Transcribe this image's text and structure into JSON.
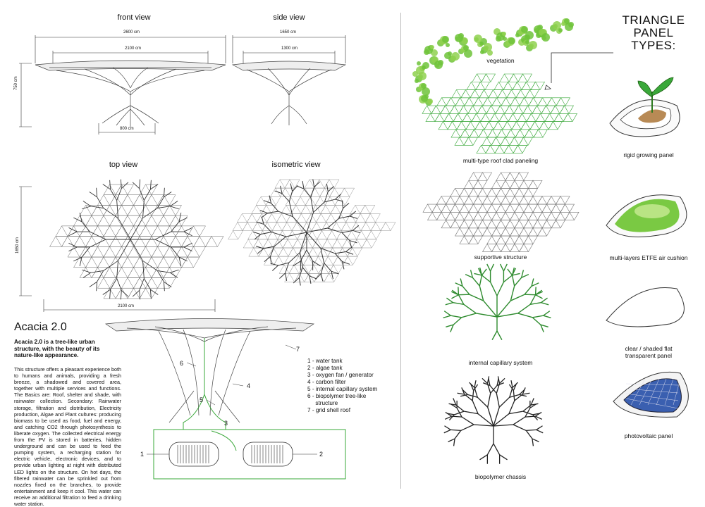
{
  "views": {
    "front": {
      "title": "front view",
      "dim_total": "2600 cm",
      "dim_inner": "2100 cm",
      "dim_base": "800 cm",
      "dim_height": "750 cm"
    },
    "side": {
      "title": "side view",
      "dim_total": "1650 cm",
      "dim_inner": "1300 cm"
    },
    "top": {
      "title": "top view",
      "dim_width": "2100 cm",
      "dim_height": "1650 cm"
    },
    "iso": {
      "title": "isometric view"
    }
  },
  "project": {
    "title": "Acacia 2.0",
    "intro": "Acacia 2.0  is a tree-like urban structure, with the beauty of its nature-like appearance.",
    "body": "This structure offers a pleasant experience both to humans and animals, providing a fresh breeze, a shadowed and covered area, together with multiple services and functions. The Basics are: Roof, shelter and shade, with rainwater collection. Secondary: Rainwater storage, filtration and distribution, Electricity production, Algae and Plant cultures: producing biomass to be used as food, fuel and energy, and catching CO2 through photosynthesis to liberate oxygen. The collected electrical energy from the PV is stored in batteries, hidden underground and can be used to feed the pumping system, a recharging station for electric vehicle, electronic devices, and to provide urban lighting at night with distributed LED lights on the structure. On hot days, the filtered rainwater can be sprinkled out from nozzles fixed on the branches, to provide entertainment and keep it cool. This water can receive an additional filtration to feed a drinking water station."
  },
  "legend": [
    "1 - water tank",
    "2 - algae tank",
    "3 - oxygen fan / generator",
    "4 - carbon filter",
    "5 - internal capillary system",
    "6 - biopolymer tree-like",
    "     structure",
    "7 - grid shell roof"
  ],
  "callouts": [
    "1",
    "2",
    "3",
    "4",
    "5",
    "6",
    "7"
  ],
  "layers": {
    "vegetation": "vegetation",
    "roof": "multi-type roof clad paneling",
    "support": "supportive structure",
    "capillary": "internal capillary system",
    "chassis": "biopolymer chassis"
  },
  "panels": {
    "title_line1": "TRIANGLE PANEL",
    "title_line2": "TYPES:",
    "types": [
      "rigid growing panel",
      "multi-layers ETFE air cushion",
      "clear / shaded flat\ntransparent panel",
      "photovoltaic panel"
    ]
  },
  "colors": {
    "green": "#3aa83a",
    "leaf": "#8fd14f",
    "line": "#555555"
  }
}
